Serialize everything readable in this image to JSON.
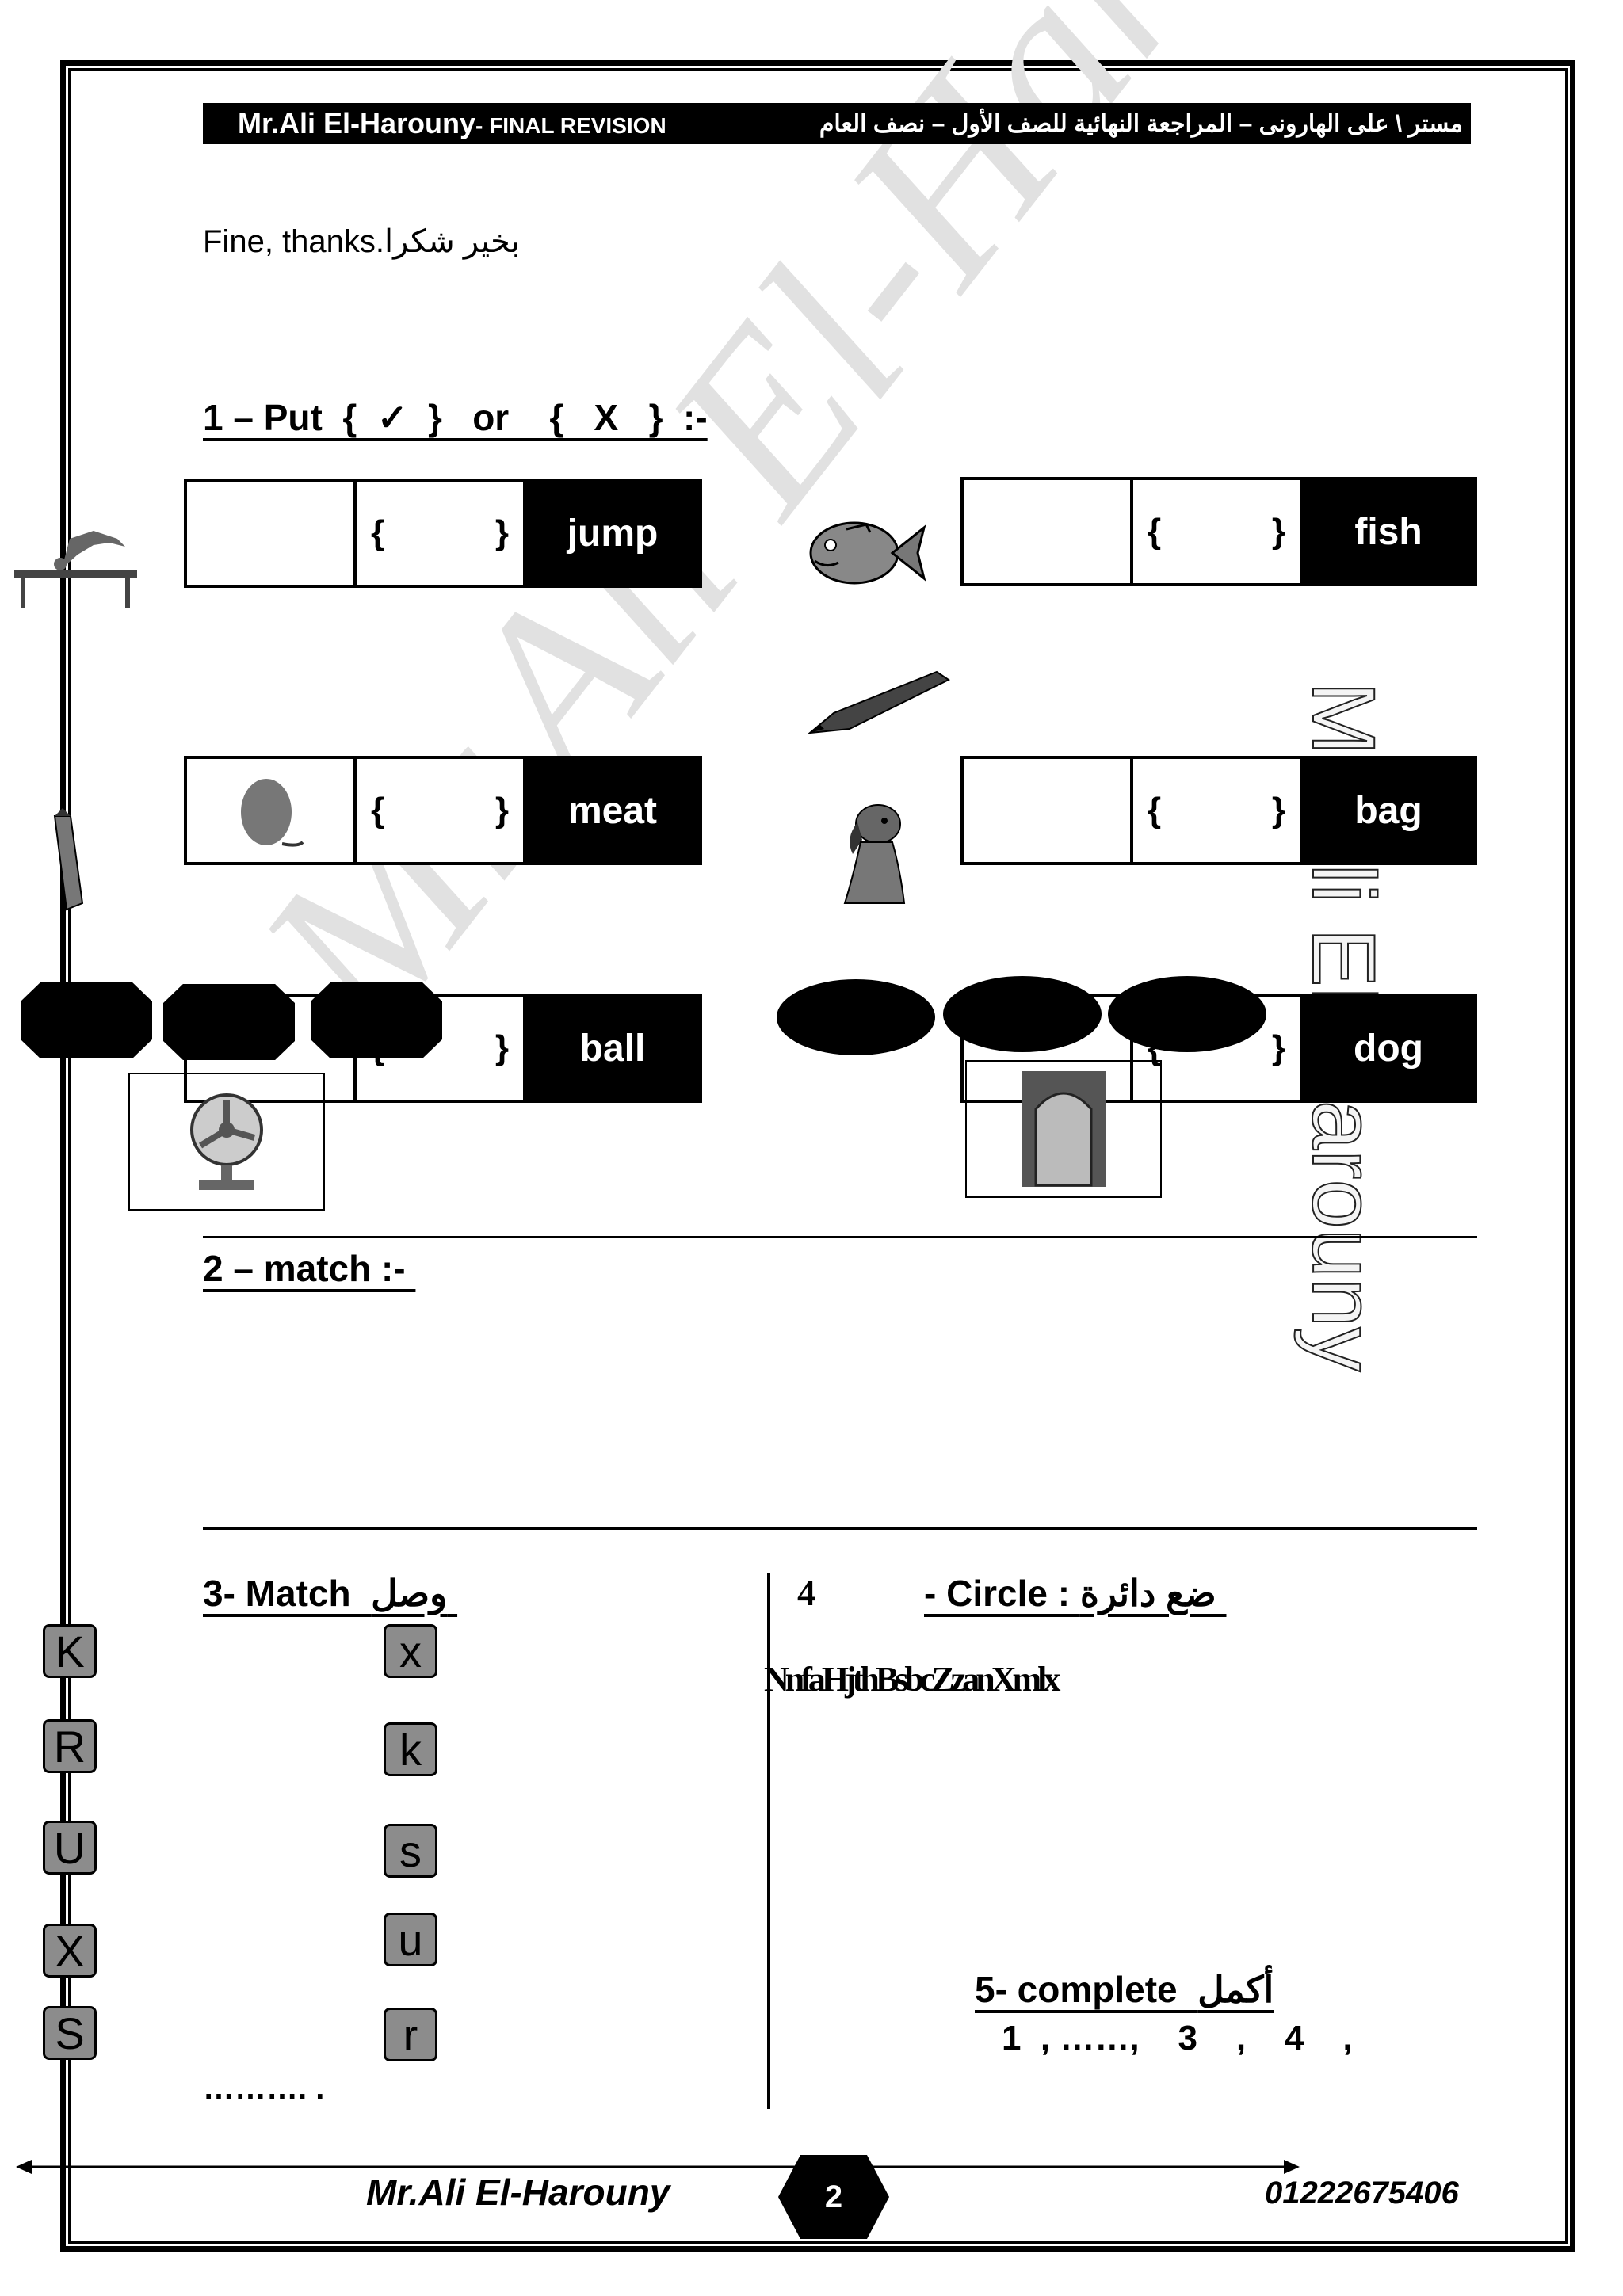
{
  "header": {
    "left_name": "Mr.Ali El-Harouny",
    "left_suffix": "- FINAL REVISION",
    "right_arabic": "مستر \\ على الهارونى – المراجعة النهائية للصف الأول – نصف العام"
  },
  "greeting": "Fine, thanks.بخير شكرا",
  "section1": {
    "title": "1 – Put  {  ✓  }   or    {   X   }  :-",
    "rows": [
      {
        "label": "jump",
        "brace_open": "{",
        "brace_close": "}"
      },
      {
        "label": "fish",
        "brace_open": "{",
        "brace_close": "}"
      },
      {
        "label": "meat",
        "brace_open": "{",
        "brace_close": "}"
      },
      {
        "label": "bag",
        "brace_open": "{",
        "brace_close": "}"
      },
      {
        "label": "ball",
        "brace_open": "{",
        "brace_close": "}"
      },
      {
        "label": "dog",
        "brace_open": "{",
        "brace_close": "}"
      }
    ]
  },
  "section2": {
    "title": "2 – match :- "
  },
  "section3": {
    "title": "3- Match  وصل ",
    "capitals": [
      "K",
      "R",
      "U",
      "X",
      "S"
    ],
    "lowercase": [
      "x",
      "k",
      "s",
      "u",
      "r"
    ],
    "dots": "……….  ."
  },
  "section4": {
    "number": "4",
    "title": "- Circle : ضع دائرة ",
    "letters": "NnfaHjthBsbcZzanXmlx"
  },
  "section5": {
    "title": "5- complete  أكمل",
    "sequence": "1  , ……,    3    ,    4    ,"
  },
  "watermark": {
    "diagonal": "Mr.Ali El-Harouny",
    "vertical": "Mr.Ali El-Harouny"
  },
  "footer": {
    "name": "Mr.Ali El-Harouny",
    "page": "2",
    "phone": "01222675406"
  }
}
